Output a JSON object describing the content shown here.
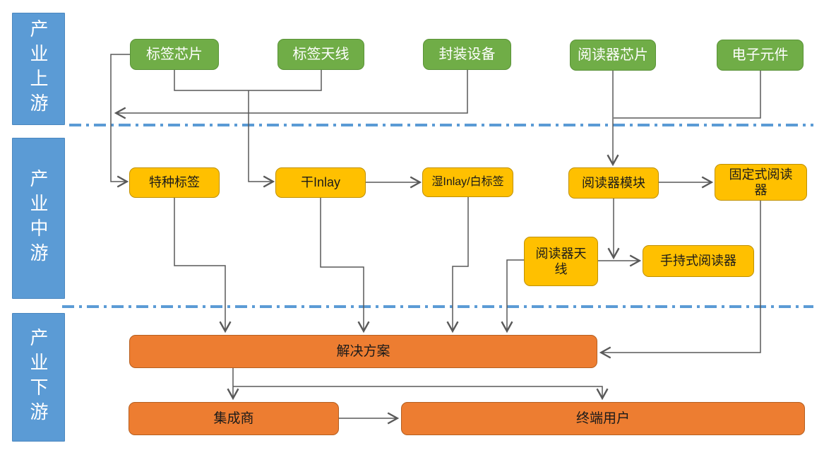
{
  "sidebar": {
    "items": [
      {
        "label": "产业上游"
      },
      {
        "label": "产业中游"
      },
      {
        "label": "产业下游"
      }
    ]
  },
  "upstream": {
    "nodes": [
      {
        "label": "标签芯片"
      },
      {
        "label": "标签天线"
      },
      {
        "label": "封装设备"
      },
      {
        "label": "阅读器芯片"
      },
      {
        "label": "电子元件"
      }
    ]
  },
  "midstream": {
    "nodes": [
      {
        "label": "特种标签"
      },
      {
        "label": "干Inlay"
      },
      {
        "label": "湿Inlay/白标签"
      },
      {
        "label": "阅读器模块"
      },
      {
        "label": "固定式阅读器"
      },
      {
        "label": "阅读器天线"
      },
      {
        "label": "手持式阅读器"
      }
    ]
  },
  "downstream": {
    "nodes": [
      {
        "label": "解决方案"
      },
      {
        "label": "集成商"
      },
      {
        "label": "终端用户"
      }
    ]
  },
  "colors": {
    "stage_band": "#5B9BD5",
    "upstream_fill": "#70AD47",
    "midstream_fill": "#FFC000",
    "downstream_fill": "#ED7D31",
    "divider": "#5B9BD5",
    "connector": "#595959",
    "background": "#FFFFFF"
  }
}
